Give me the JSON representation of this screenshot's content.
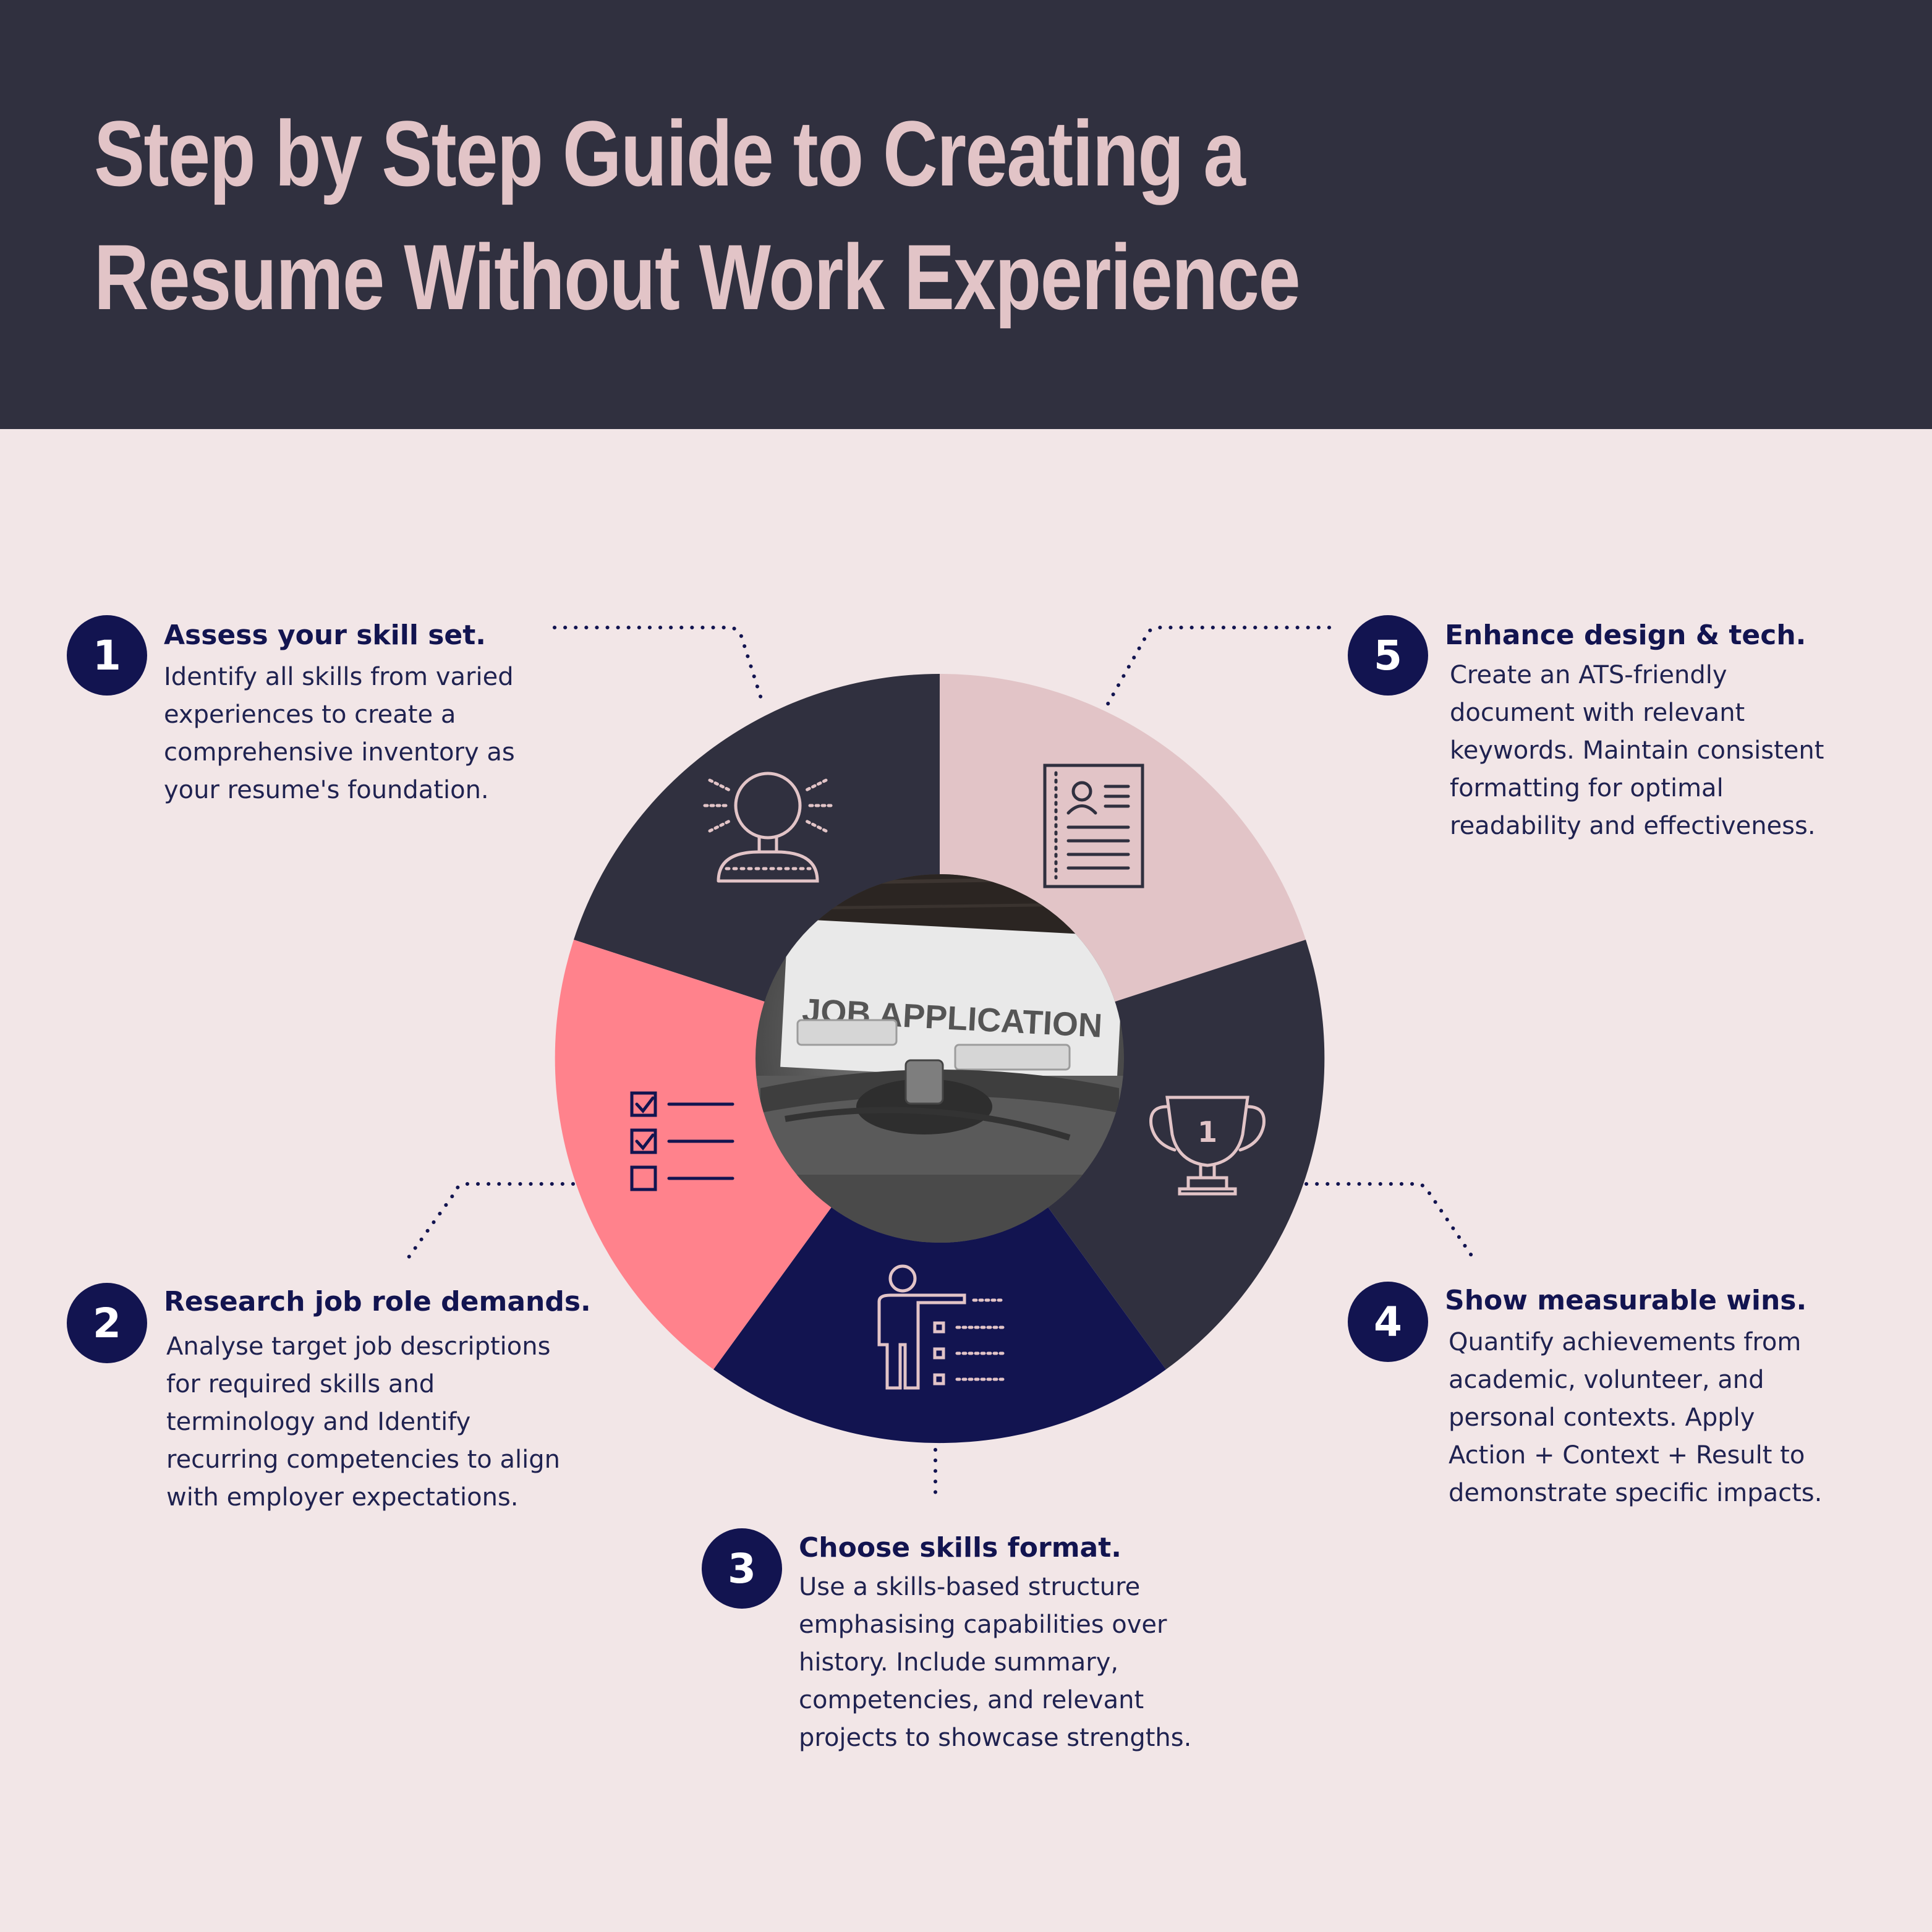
{
  "header": {
    "title_line1": "Step by Step Guide to Creating a",
    "title_line2": "Resume Without Work Experience"
  },
  "center_image": {
    "caption": "JOB APPLICATION"
  },
  "steps": [
    {
      "number": "1",
      "title": "Assess your skill set.",
      "description": "Identify all skills from varied\nexperiences to create a\ncomprehensive inventory as\nyour resume's foundation.",
      "icon": "lightbulb-head-icon"
    },
    {
      "number": "2",
      "title": "Research job role demands.",
      "description": "Analyse target job descriptions\nfor required skills and\nterminology and Identify\nrecurring competencies to align\nwith employer expectations.",
      "icon": "checklist-icon"
    },
    {
      "number": "3",
      "title": "Choose skills format.",
      "description": "Use a skills-based structure\nemphasising capabilities over\nhistory. Include summary,\ncompetencies, and relevant\nprojects to showcase strengths.",
      "icon": "presenter-icon"
    },
    {
      "number": "4",
      "title": "Show measurable wins.",
      "description": "Quantify achievements from\nacademic, volunteer, and\npersonal contexts. Apply\nAction + Context + Result to\ndemonstrate specific impacts.",
      "icon": "trophy-icon",
      "trophy_label": "1"
    },
    {
      "number": "5",
      "title": "Enhance design & tech.",
      "description": "Create an ATS-friendly\ndocument with relevant\nkeywords. Maintain consistent\nformatting for optimal\nreadability and effectiveness.",
      "icon": "resume-document-icon"
    }
  ],
  "colors": {
    "header_bg": "#30303f",
    "page_bg": "#f2e6e7",
    "title": "#e2c4c7",
    "navy": "#121450",
    "slice_dark": "#30303f",
    "slice_pink": "#e2c4c7",
    "slice_coral": "#ff828c",
    "slice_navy": "#121450"
  }
}
